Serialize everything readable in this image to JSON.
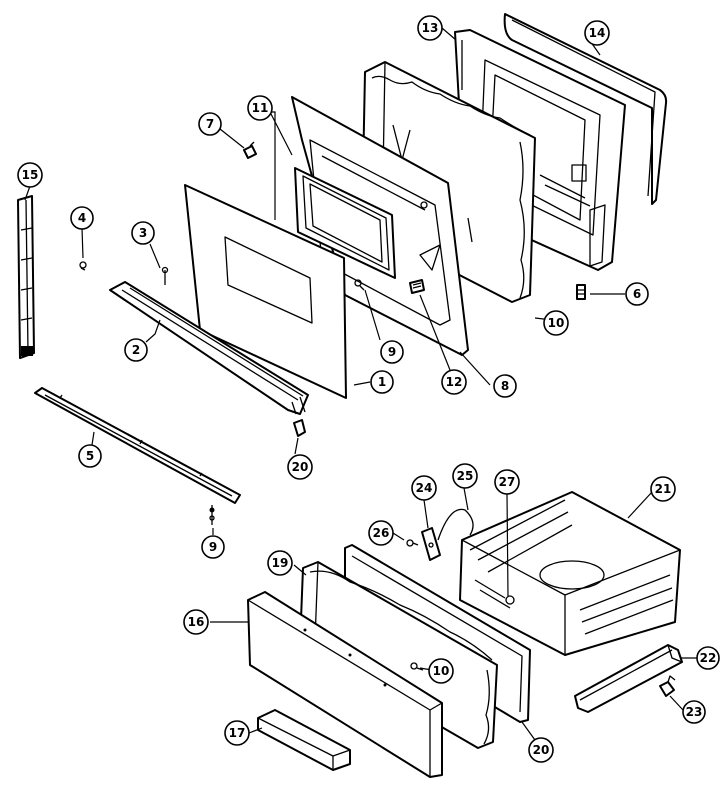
{
  "callouts": [
    {
      "id": "c1",
      "label": "1"
    },
    {
      "id": "c2",
      "label": "2"
    },
    {
      "id": "c3",
      "label": "3"
    },
    {
      "id": "c4",
      "label": "4"
    },
    {
      "id": "c5",
      "label": "5"
    },
    {
      "id": "c6",
      "label": "6"
    },
    {
      "id": "c7",
      "label": "7"
    },
    {
      "id": "c8",
      "label": "8"
    },
    {
      "id": "c9a",
      "label": "9"
    },
    {
      "id": "c9b",
      "label": "9"
    },
    {
      "id": "c10a",
      "label": "10"
    },
    {
      "id": "c10b",
      "label": "10"
    },
    {
      "id": "c11",
      "label": "11"
    },
    {
      "id": "c12",
      "label": "12"
    },
    {
      "id": "c13",
      "label": "13"
    },
    {
      "id": "c14",
      "label": "14"
    },
    {
      "id": "c15",
      "label": "15"
    },
    {
      "id": "c16",
      "label": "16"
    },
    {
      "id": "c17",
      "label": "17"
    },
    {
      "id": "c19",
      "label": "19"
    },
    {
      "id": "c20a",
      "label": "20"
    },
    {
      "id": "c20b",
      "label": "20"
    },
    {
      "id": "c21",
      "label": "21"
    },
    {
      "id": "c22",
      "label": "22"
    },
    {
      "id": "c23",
      "label": "23"
    },
    {
      "id": "c24",
      "label": "24"
    },
    {
      "id": "c25",
      "label": "25"
    },
    {
      "id": "c26",
      "label": "26"
    },
    {
      "id": "c27",
      "label": "27"
    }
  ]
}
